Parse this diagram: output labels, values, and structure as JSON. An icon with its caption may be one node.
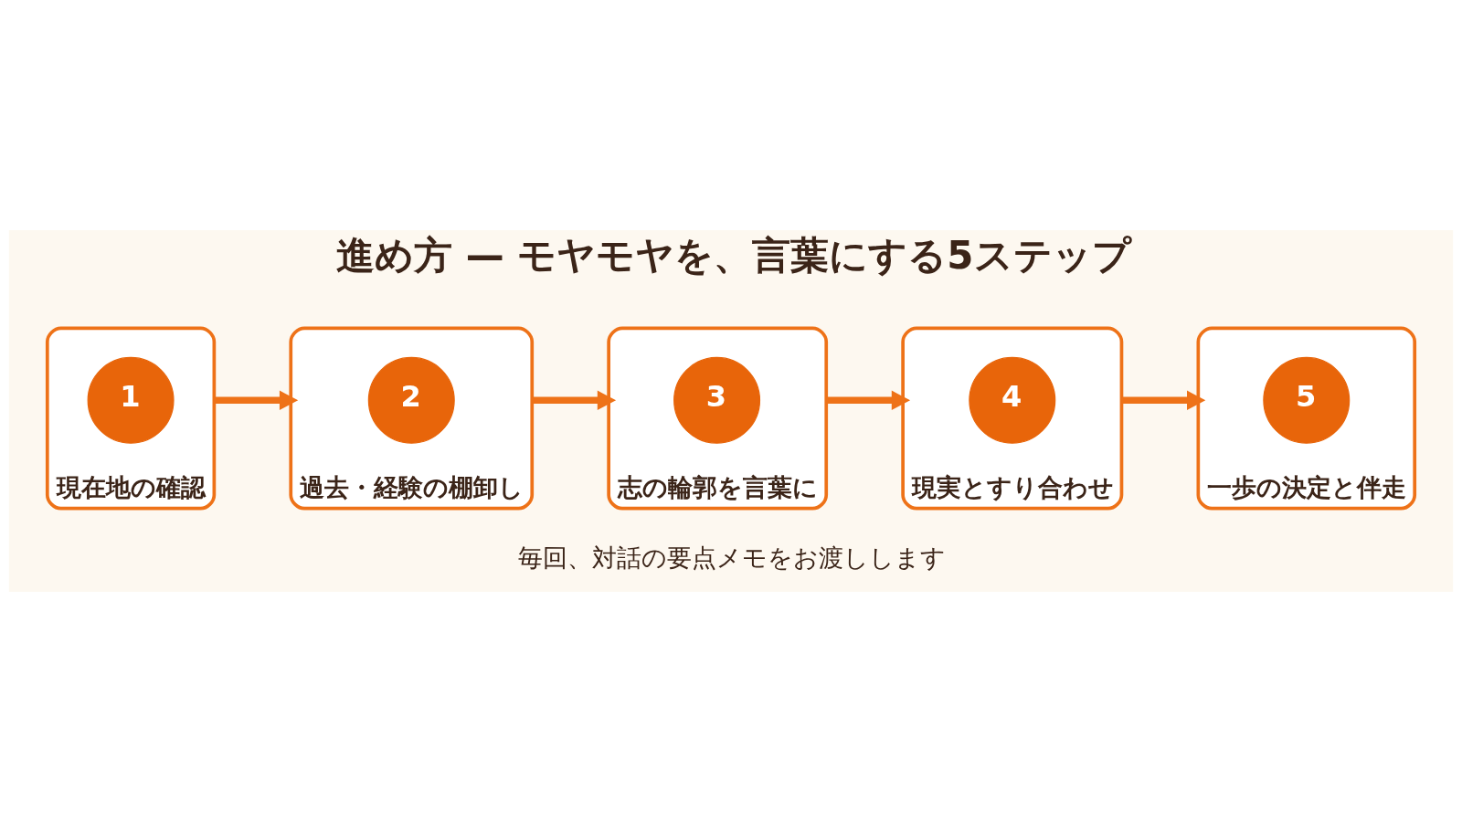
{
  "diagram": {
    "title": "進め方 — モヤモヤを、言葉にする5ステップ",
    "caption": "毎回、対話の要点メモをお渡しします",
    "nodes": [
      {
        "text": [
          "現在地の確認"
        ]
      },
      {
        "text": [
          "1"
        ],
        "in": 0
      },
      {
        "text": [
          "過去・経験の棚卸し"
        ]
      },
      {
        "text": [
          "2"
        ],
        "in": 2
      },
      {
        "text": [
          "志の輪郭を言葉に"
        ]
      },
      {
        "text": [
          "3"
        ],
        "in": 4
      },
      {
        "text": [
          "現実とすり合わせ"
        ]
      },
      {
        "text": [
          "4"
        ],
        "in": 6
      },
      {
        "text": [
          "一歩の決定と伴走"
        ]
      },
      {
        "text": [
          "5"
        ],
        "in": 8
      }
    ],
    "edges": [
      {
        "from": 0,
        "to": 2,
        "arrow": "to"
      },
      {
        "from": 2,
        "to": 4,
        "arrow": "to"
      },
      {
        "from": 4,
        "to": 6,
        "arrow": "to"
      },
      {
        "from": 6,
        "to": 8,
        "arrow": "to"
      }
    ]
  }
}
